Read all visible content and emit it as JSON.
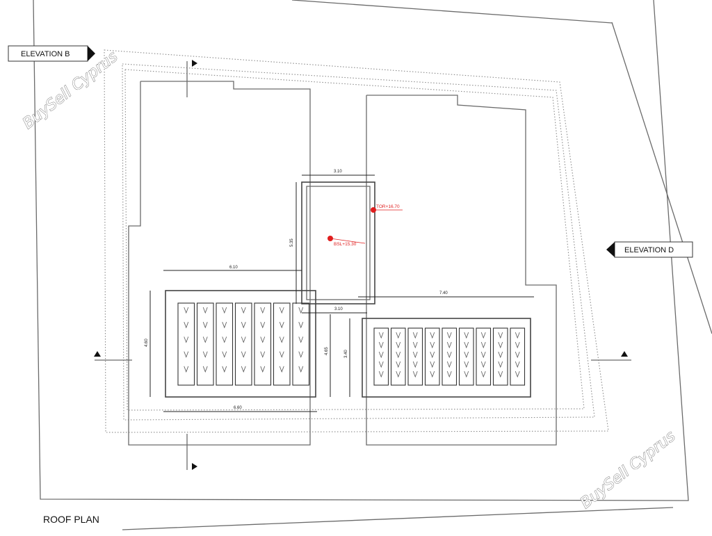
{
  "title": "ROOF PLAN",
  "elevations": {
    "b": "ELEVATION B",
    "d": "ELEVATION D"
  },
  "watermark": "BuySell Cyprus",
  "dimensions": {
    "top_width": "3.10",
    "side_height": "5.35",
    "left_span": "6.10",
    "right_span": "7.40",
    "inner_width": "3.10",
    "left_height": "4.60",
    "mid_height": "4.65",
    "right_height": "3.40",
    "bottom_span": "6.60"
  },
  "levels": {
    "upper": "TOR+16.70",
    "lower": "BSL+15.30"
  },
  "colors": {
    "line": "#6a6a6a",
    "accent_red": "#e01e1e"
  }
}
